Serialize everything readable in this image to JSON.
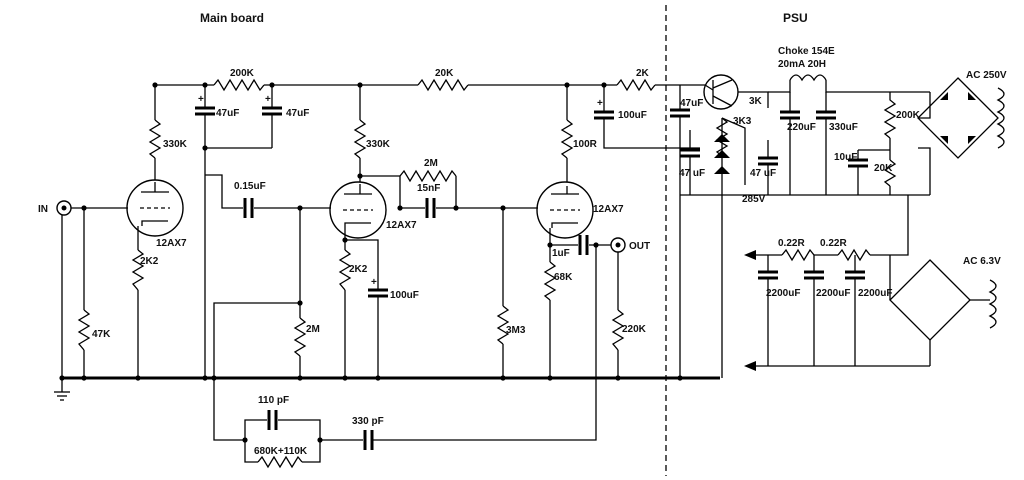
{
  "sections": {
    "main": "Main board",
    "psu": "PSU"
  },
  "io": {
    "in": "IN",
    "out": "OUT"
  },
  "tubes": [
    "12AX7",
    "12AX7",
    "12AX7"
  ],
  "resistors": {
    "r200k_top": "200K",
    "r20k_top": "20K",
    "r2k_top": "2K",
    "r330k_1": "330K",
    "r330k_2": "330K",
    "r100r": "100R",
    "r2k2_1": "2K2",
    "r2k2_2": "2K2",
    "r47k": "47K",
    "r2m_fb": "2M",
    "r2m_grid": "2M",
    "r3m3": "3M3",
    "r68k": "68K",
    "r220k": "220K",
    "r680k": "680K+110K",
    "r3k": "3K",
    "r3k3": "3K3",
    "r200k_psu": "200K",
    "r20k_psu": "20K",
    "r022_1": "0.22R",
    "r022_2": "0.22R"
  },
  "capacitors": {
    "c47_1": "47uF",
    "c47_2": "47uF",
    "c100_top": "100uF",
    "c015": "0.15uF",
    "c15n": "15nF",
    "c100_cath": "100uF",
    "c1u": "1uF",
    "c110p": "110 pF",
    "c330p": "330 pF",
    "c47_psu_top": "47uF",
    "c47_psu_a": "47 uF",
    "c47_psu_b": "47 uF",
    "c220": "220uF",
    "c330": "330uF",
    "c10": "10uF",
    "c2200_1": "2200uF",
    "c2200_2": "2200uF",
    "c2200_3": "2200uF"
  },
  "psu": {
    "choke_line1": "Choke 154E",
    "choke_line2": "20mA 20H",
    "hv_ac": "AC 250V",
    "heater_ac": "AC 6.3V",
    "reg_voltage": "285V"
  }
}
